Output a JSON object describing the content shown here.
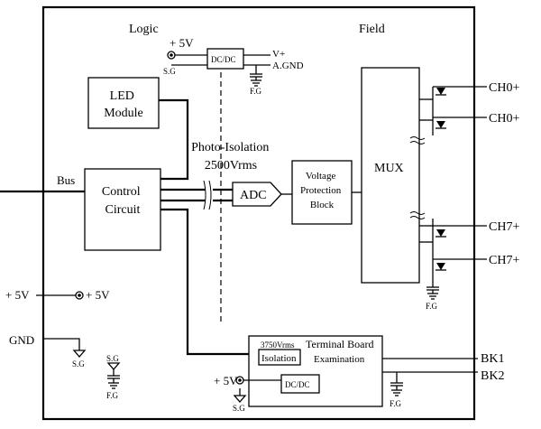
{
  "labels": {
    "logic": "Logic",
    "field": "Field",
    "plus5v": "+ 5V",
    "sg": "S.G",
    "fg": "F.G",
    "dcdc": "DC/DC",
    "vplus": "V+",
    "agnd": "A.GND",
    "led_module": [
      "LED",
      "Module"
    ],
    "photo_isolation": [
      "Photo-Isolation",
      "2500Vrms"
    ],
    "bus": "Bus",
    "control_circuit": [
      "Control",
      "Circuit"
    ],
    "adc": "ADC",
    "voltage_protection": [
      "Voltage",
      "Protection",
      "Block"
    ],
    "mux": "MUX",
    "ch0": "CH0+",
    "ch7": "CH7+",
    "gnd": "GND",
    "v3750": "3750Vrms",
    "isolation": "Isolation",
    "terminal_board": "Terminal Board",
    "examination": "Examination",
    "bk1": "BK1",
    "bk2": "BK2"
  }
}
